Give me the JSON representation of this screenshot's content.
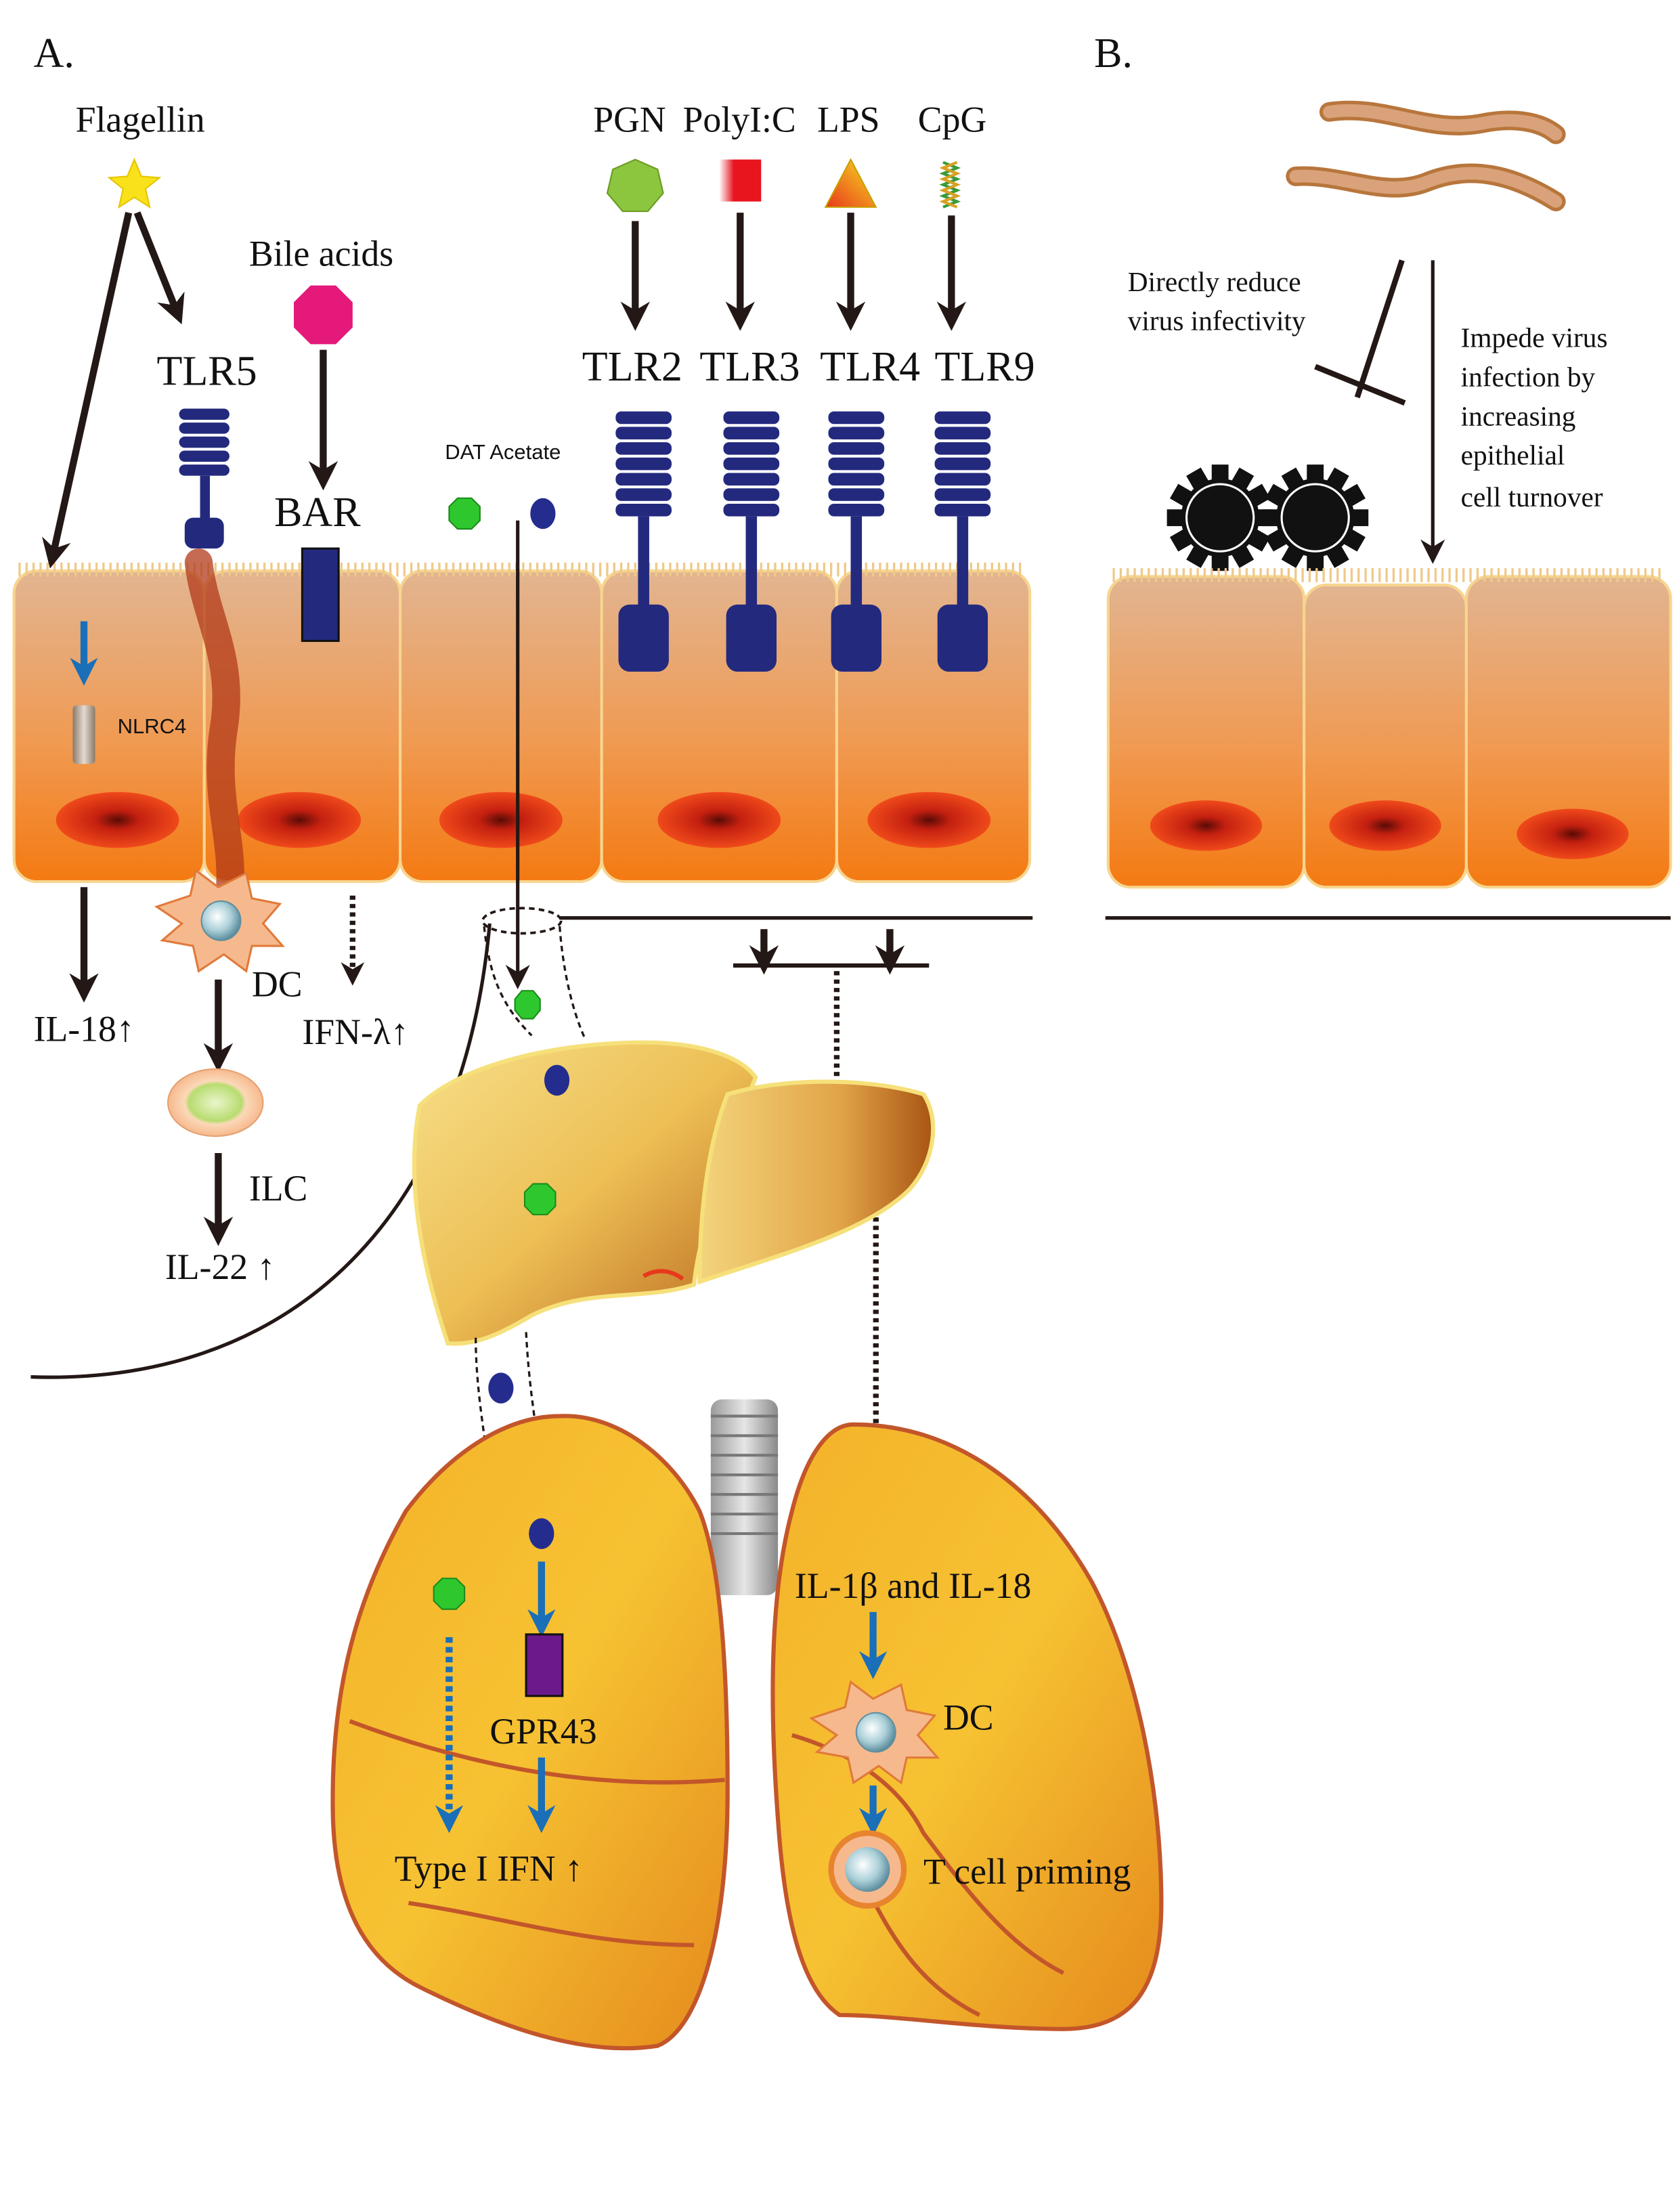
{
  "panels": {
    "a": "A.",
    "b": "B."
  },
  "ligands": {
    "flagellin": "Flagellin",
    "bile_acids": "Bile acids",
    "pgn": "PGN",
    "polyic": "PolyI:C",
    "lps": "LPS",
    "cpg": "CpG",
    "dat_acetate": "DAT Acetate"
  },
  "receptors": {
    "tlr5": "TLR5",
    "bar": "BAR",
    "tlr2": "TLR2",
    "tlr3": "TLR3",
    "tlr4": "TLR4",
    "tlr9": "TLR9",
    "nlrc4": "NLRC4",
    "gpr43": "GPR43"
  },
  "cells": {
    "dc_gut": "DC",
    "ilc": "ILC",
    "dc_lung": "DC"
  },
  "outputs": {
    "il18": "IL-18↑",
    "ifn_lambda": "IFN-λ↑",
    "il22": "IL-22 ↑",
    "il1b_il18": "IL-1β and IL-18",
    "type1_ifn": "Type I IFN ↑",
    "tcell_priming": "T cell priming"
  },
  "panel_b": {
    "reduce_line1": "Directly reduce",
    "reduce_line2": "virus infectivity",
    "impede_line1": "Impede virus",
    "impede_line2": "infection by",
    "impede_line3": "increasing",
    "impede_line4": "epithelial",
    "impede_line5": "cell turnover"
  },
  "colors": {
    "tlr_blue": "#232a7e",
    "arrow_dark": "#231815",
    "arrow_blue": "#1a6fb8",
    "cell_top": "#e3b48e",
    "cell_bottom": "#f27e1e",
    "nucleus": "#e8381c",
    "liver": "#e8b84a",
    "lung": "#f0a81e",
    "acetate_green": "#2ec82e",
    "dat_blue": "#242d8e",
    "bile_pink": "#e5197a"
  }
}
